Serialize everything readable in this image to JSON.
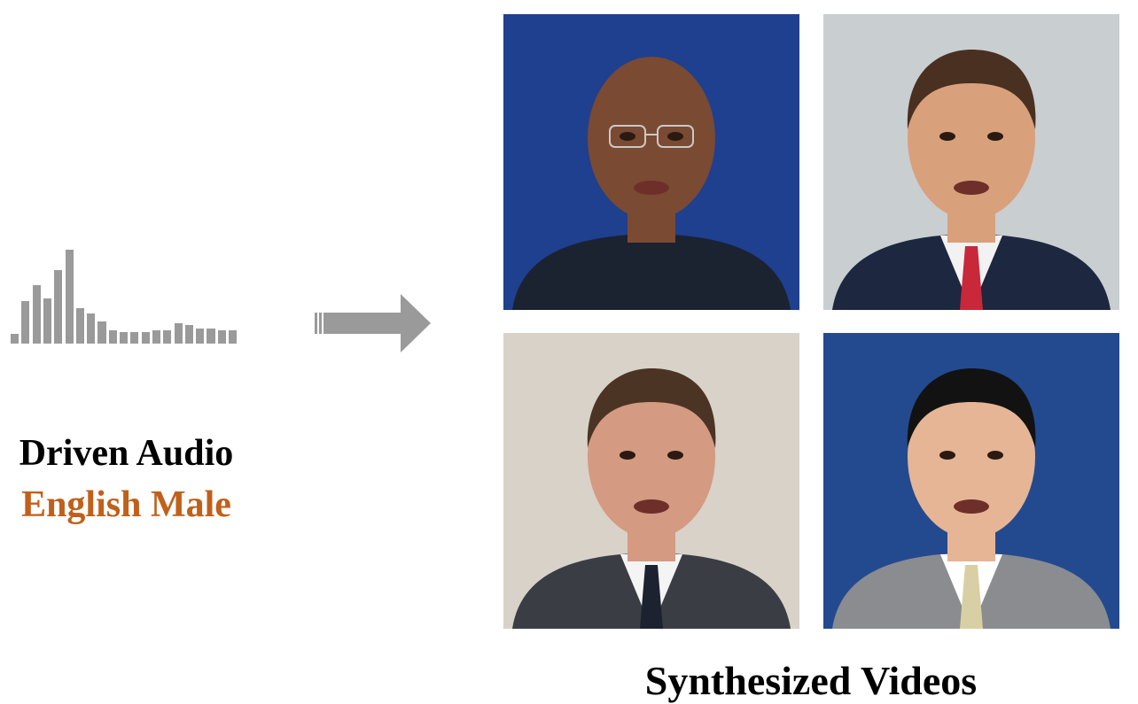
{
  "audio": {
    "title": "Driven Audio",
    "subtitle": "English Male",
    "subtitle_color": "#c0601b",
    "waveform_levels": [
      0.1,
      0.45,
      0.62,
      0.48,
      0.78,
      1.0,
      0.38,
      0.32,
      0.24,
      0.14,
      0.12,
      0.12,
      0.12,
      0.14,
      0.14,
      0.22,
      0.2,
      0.16,
      0.16,
      0.14,
      0.14
    ]
  },
  "flow": {
    "icon": "right-arrow-icon"
  },
  "videos": {
    "title": "Synthesized Videos",
    "frames": [
      {
        "name": "video-frame-bald-man-blue-studio",
        "bg": "#1f3f8f",
        "skin": "#7a4a32",
        "hair": "none",
        "suit": "#1b2230",
        "shirt": "#1b2230",
        "tie": "none",
        "glasses": true
      },
      {
        "name": "video-frame-man-white-house",
        "bg": "#c9ced0",
        "skin": "#d9a07c",
        "hair": "#4a3020",
        "suit": "#1d2740",
        "shirt": "#f2f2f2",
        "tie": "#c8283a",
        "glasses": false
      },
      {
        "name": "video-frame-man-flag-office",
        "bg": "#d8d2c8",
        "skin": "#d49a82",
        "hair": "#4b3424",
        "suit": "#3a3d44",
        "shirt": "#f4f4f4",
        "tie": "#1c2230",
        "glasses": false
      },
      {
        "name": "video-frame-anchor-news-studio",
        "bg": "#234a8e",
        "skin": "#e5b596",
        "hair": "#121212",
        "suit": "#8a8c90",
        "shirt": "#ffffff",
        "tie": "#d8d0a4",
        "glasses": false
      }
    ]
  }
}
